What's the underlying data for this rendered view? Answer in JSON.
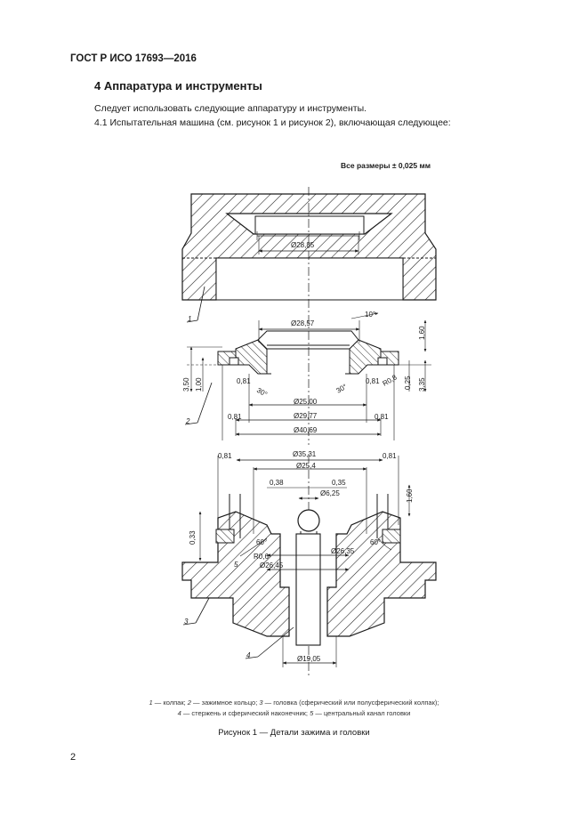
{
  "header": {
    "standard": "ГОСТ Р ИСО 17693—2016"
  },
  "section": {
    "title": "4 Аппаратура и инструменты"
  },
  "paragraphs": [
    "Следует использовать следующие аппаратуру и инструменты.",
    "4.1 Испытательная машина (см. рисунок 1 и рисунок 2), включающая следующее:"
  ],
  "figure": {
    "note": "Все размеры ± 0,025 мм",
    "dimensions": {
      "d2885": "Ø28,85",
      "d2857": "Ø28,57",
      "ang10": "10°",
      "h160a": "1,60",
      "h350": "3,50",
      "h100": "1,00",
      "v081": "0,81",
      "v025": "0,25",
      "v335": "3,35",
      "ang30": "30°",
      "r08": "R0,8",
      "ang60": "60°",
      "r06": "R0,6",
      "d2500": "Ø25,00",
      "d2977": "Ø29,77",
      "d4069": "Ø40,69",
      "d3531": "Ø35,31",
      "d254": "Ø25,4",
      "v038": "0,38",
      "v035": "0,35",
      "d625": "Ø6,25",
      "h160b": "1,60",
      "v033": "0,33",
      "d2635": "Ø26,35",
      "d2645": "Ø26,45",
      "d1905": "Ø19,05"
    },
    "callouts": [
      "1",
      "2",
      "3",
      "4",
      "5"
    ],
    "legend": [
      {
        "num": "1",
        "text": " — колпак; "
      },
      {
        "num": "2",
        "text": " — зажимное кольцо; "
      },
      {
        "num": "3",
        "text": " — головка (сферический или полусферический колпак);"
      },
      {
        "num": "4",
        "text": " — стержень и сферический наконечник; "
      },
      {
        "num": "5",
        "text": " — центральный канал головки"
      }
    ],
    "caption": "Рисунок 1 — Детали зажима и головки"
  },
  "footer": {
    "page_number": "2"
  }
}
